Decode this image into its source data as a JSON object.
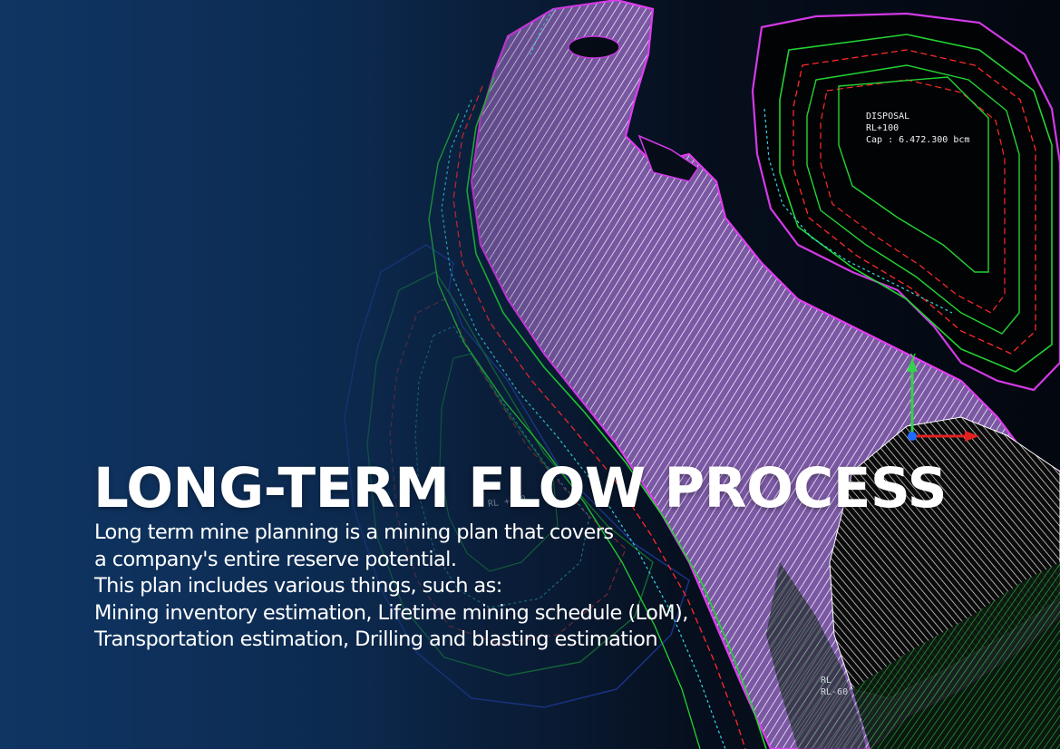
{
  "headline": "LONG-TERM FLOW PROCESS",
  "description": [
    "Long term mine planning is a mining plan that covers",
    "a company's entire reserve potential.",
    "This plan includes various things, such as:",
    "Mining inventory estimation, Lifetime mining schedule (LoM),",
    "Transportation estimation, Drilling and blasting estimation"
  ],
  "cad_labels": {
    "disposal": "DISPOSAL\nRL+100\nCap : 6.472.300 bcm",
    "rl_left": "RL +100",
    "rl_bottom": "RL\nRL-60",
    "axis_y": "Y"
  },
  "colors": {
    "background_left": "#0f3563",
    "background_right": "#03070f",
    "pit_fill": "#7d5aa5",
    "pit_outline": "#e23cf0",
    "bench_green": "#23d332",
    "bench_red": "#ff2a2a",
    "bench_cyan": "#37d6e6",
    "axis_blue": "#1d6cff"
  }
}
